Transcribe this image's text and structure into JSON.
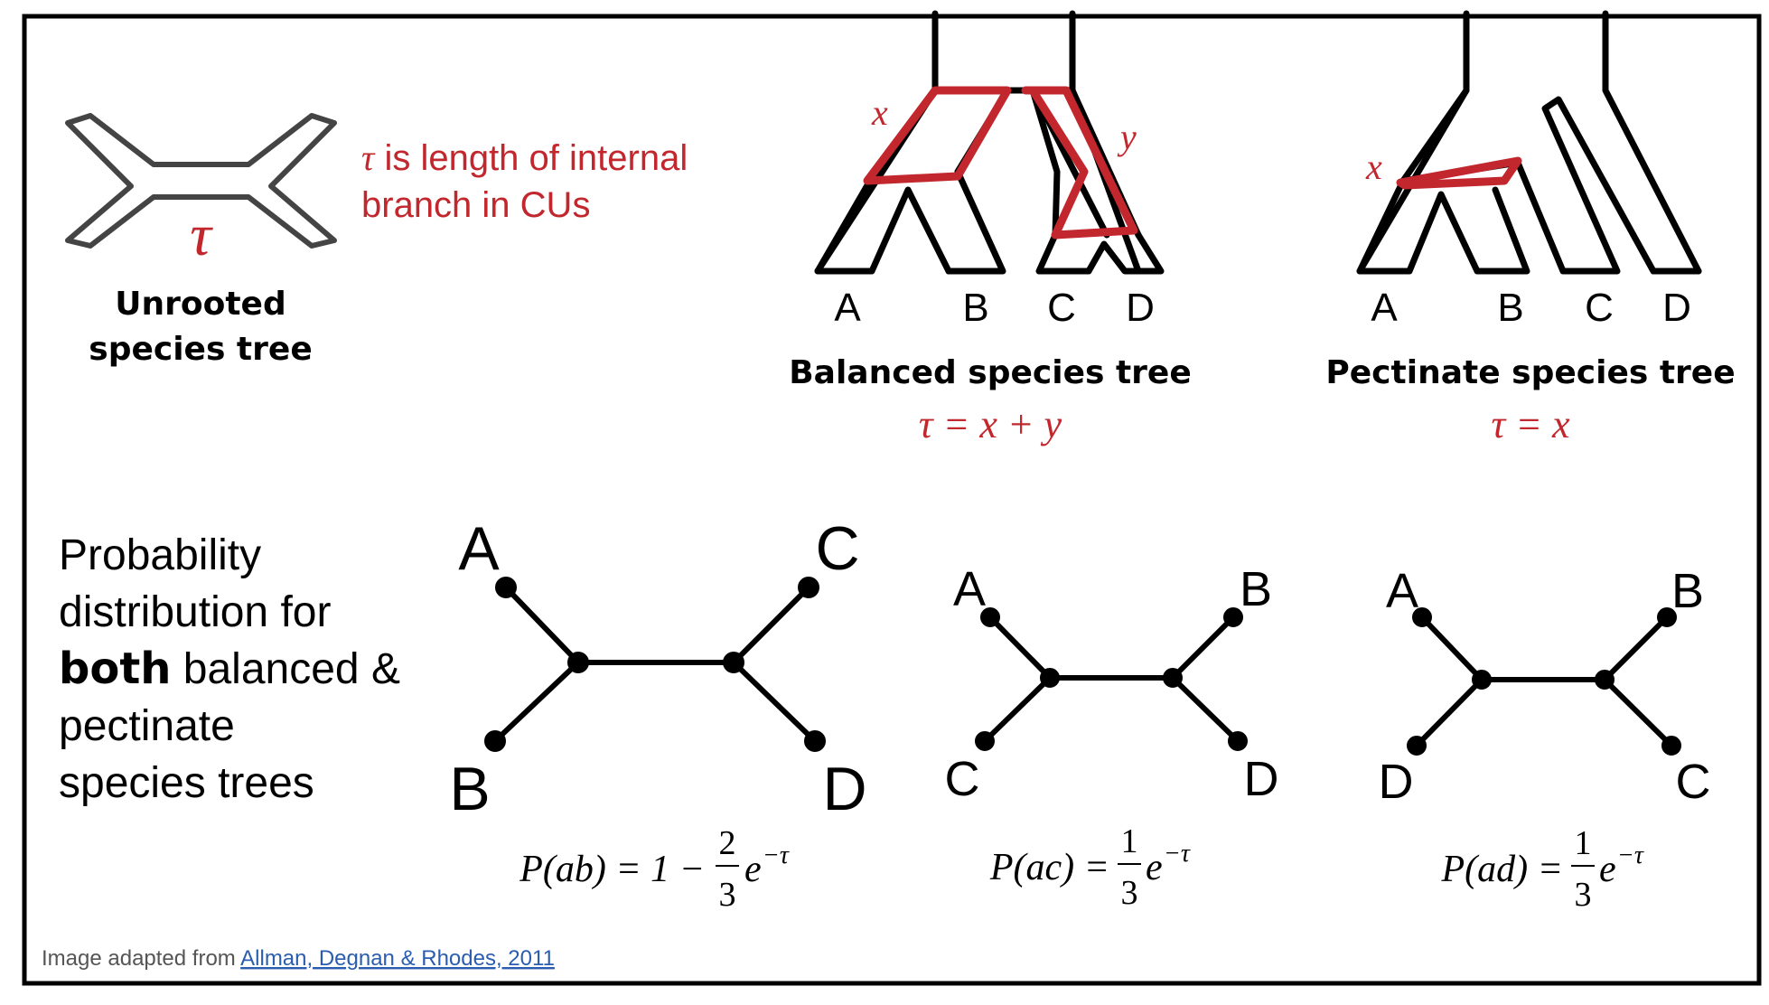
{
  "colors": {
    "accent": "#c1272d",
    "ink": "#000000",
    "link": "#2a5db0",
    "gray": "#555555"
  },
  "top": {
    "unrooted": {
      "tau": "τ",
      "title_line1": "Unrooted",
      "title_line2": "species tree",
      "note_line1_symbol": "τ",
      "note_line1_text": " is length of internal",
      "note_line2": "branch in CUs"
    },
    "balanced": {
      "labels": [
        "A",
        "B",
        "C",
        "D"
      ],
      "x_label": "x",
      "y_label": "y",
      "title": "Balanced species tree",
      "formula": "τ = x + y"
    },
    "pectinate": {
      "labels": [
        "A",
        "B",
        "C",
        "D"
      ],
      "x_label": "x",
      "title": "Pectinate species tree",
      "formula": "τ = x"
    }
  },
  "bottom": {
    "desc": {
      "line1": "Probability",
      "line2": "distribution for",
      "line3_bold": "both",
      "line3_rest": " balanced &",
      "line4": "pectinate",
      "line5": "species trees"
    },
    "trees": [
      {
        "labels": [
          "A",
          "C",
          "B",
          "D"
        ],
        "lhs": "P(ab) = 1 −",
        "num": "2",
        "den": "3",
        "exp_base": "e",
        "exp": "−τ"
      },
      {
        "labels": [
          "A",
          "B",
          "C",
          "D"
        ],
        "lhs": "P(ac) =",
        "num": "1",
        "den": "3",
        "exp_base": "e",
        "exp": "−τ"
      },
      {
        "labels": [
          "A",
          "B",
          "D",
          "C"
        ],
        "lhs": "P(ad) =",
        "num": "1",
        "den": "3",
        "exp_base": "e",
        "exp": "−τ"
      }
    ]
  },
  "footer": {
    "prefix": "Image adapted from ",
    "link": "Allman, Degnan & Rhodes, 2011"
  }
}
